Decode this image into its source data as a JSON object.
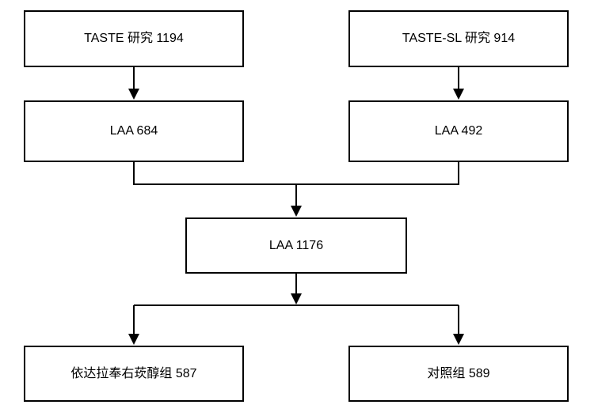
{
  "diagram": {
    "title": "study-flow-diagram",
    "colors": {
      "background": "#ffffff",
      "box_fill": "#ffffff",
      "box_border": "#000000",
      "text": "#000000",
      "line": "#000000"
    },
    "nodes": {
      "taste_study": {
        "label": "TASTE 研究 1194"
      },
      "taste_sl_study": {
        "label": "TASTE-SL 研究 914"
      },
      "laa_left": {
        "label": "LAA 684"
      },
      "laa_right": {
        "label": "LAA 492"
      },
      "laa_pooled": {
        "label": "LAA 1176"
      },
      "treatment_arm": {
        "label": "依达拉奉右莰醇组 587"
      },
      "control_arm": {
        "label": "对照组 589"
      }
    },
    "edges": [
      {
        "from": "taste_study",
        "to": "laa_left",
        "type": "arrow-down"
      },
      {
        "from": "taste_sl_study",
        "to": "laa_right",
        "type": "arrow-down"
      },
      {
        "from": "laa_left",
        "to": "laa_pooled",
        "type": "merge-arrow"
      },
      {
        "from": "laa_right",
        "to": "laa_pooled",
        "type": "merge-arrow"
      },
      {
        "from": "laa_pooled",
        "to": "treatment_arm",
        "type": "split-arrow"
      },
      {
        "from": "laa_pooled",
        "to": "control_arm",
        "type": "split-arrow"
      }
    ]
  }
}
